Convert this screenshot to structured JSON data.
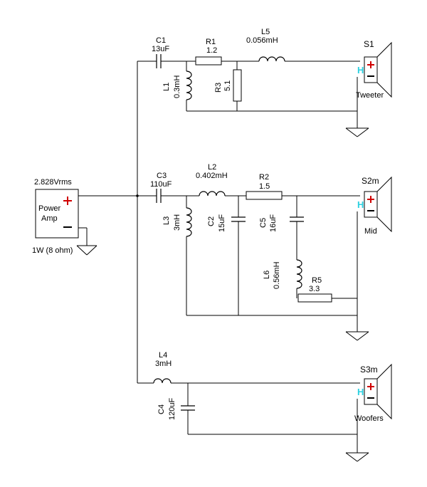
{
  "amplifier": {
    "voltage": "2.828Vrms",
    "name_line1": "Power",
    "name_line2": "Amp",
    "power_rating": "1W (8 ohm)",
    "plus_color": "#d00000"
  },
  "tweeter_branch": {
    "c1": {
      "ref": "C1",
      "value": "13uF"
    },
    "r1": {
      "ref": "R1",
      "value": "1.2"
    },
    "l5": {
      "ref": "L5",
      "value": "0.056mH"
    },
    "l1": {
      "ref": "L1",
      "value": "0.3mH"
    },
    "r3": {
      "ref": "R3",
      "value": "5.1"
    },
    "speaker": {
      "ref": "S1",
      "label": "Tweeter"
    }
  },
  "mid_branch": {
    "c3": {
      "ref": "C3",
      "value": "110uF"
    },
    "l2": {
      "ref": "L2",
      "value": "0.402mH"
    },
    "r2": {
      "ref": "R2",
      "value": "1.5"
    },
    "l3": {
      "ref": "L3",
      "value": "3mH"
    },
    "c2": {
      "ref": "C2",
      "value": "15uF"
    },
    "c5": {
      "ref": "C5",
      "value": "16uF"
    },
    "l6": {
      "ref": "L6",
      "value": "0.56mH"
    },
    "r5": {
      "ref": "R5",
      "value": "3.3"
    },
    "speaker": {
      "ref": "S2m",
      "label": "Mid"
    }
  },
  "woofer_branch": {
    "l4": {
      "ref": "L4",
      "value": "3mH"
    },
    "c4": {
      "ref": "C4",
      "value": "120uF"
    },
    "speaker": {
      "ref": "S3m",
      "label": "Woofers"
    }
  },
  "terminal_marker": "H",
  "terminal_color": "#2bd0e0"
}
